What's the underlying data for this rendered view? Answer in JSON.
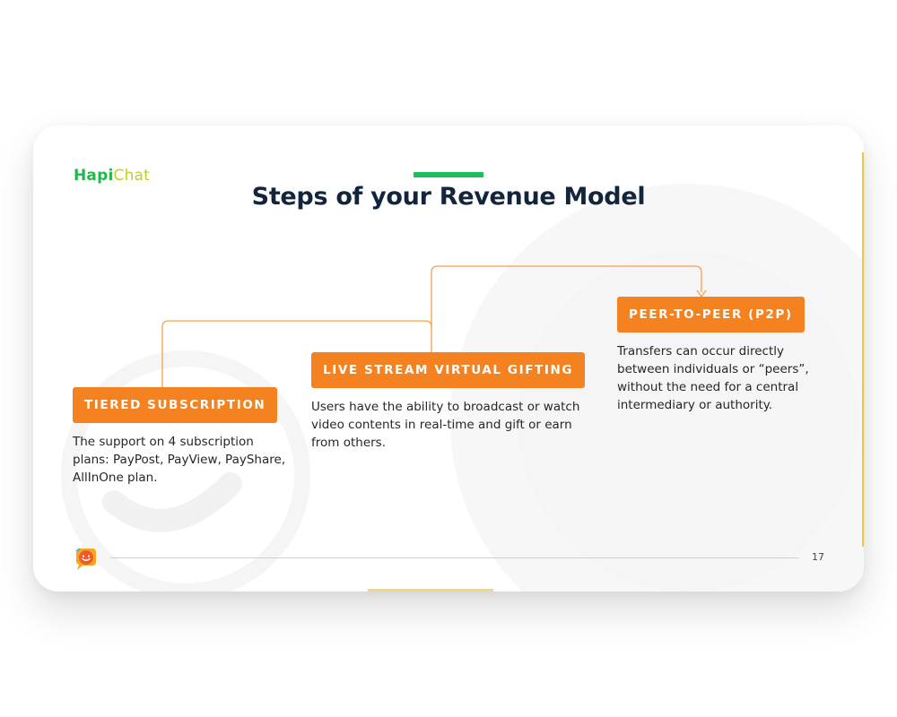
{
  "slide": {
    "logo": {
      "part1": "Hapi",
      "part2": "Chat"
    },
    "title": "Steps of your Revenue Model",
    "page_number": "17",
    "steps": [
      {
        "label": "TIERED SUBSCRIPTION",
        "description": "The support on 4 subscription plans: PayPost, PayView, PayShare, AllInOne plan."
      },
      {
        "label": "LIVE STREAM VIRTUAL GIFTING",
        "description": "Users have the ability to broadcast or watch video contents in real-time and gift or earn from others."
      },
      {
        "label": "PEER-TO-PEER (P2P)",
        "description": "Transfers can occur directly between individuals or “peers”, without the need for a central intermediary or authority."
      }
    ]
  },
  "colors": {
    "accent_orange": "#f58220",
    "brand_green": "#1fb84a",
    "brand_yellow_green": "#c3cd22",
    "title_navy": "#13243d",
    "connector": "#f5a04a"
  },
  "icons": {
    "footer_icon": "smiley-chat-bubble-icon"
  }
}
